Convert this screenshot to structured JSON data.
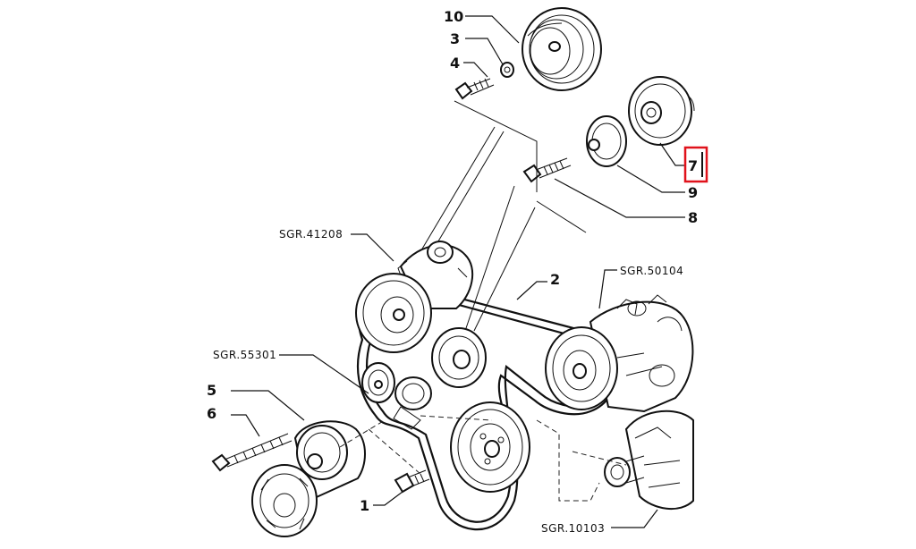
{
  "callouts": {
    "c1": "1",
    "c2": "2",
    "c3": "3",
    "c4": "4",
    "c5": "5",
    "c6": "6",
    "c7": "7",
    "c8": "8",
    "c9": "9",
    "c10": "10"
  },
  "references": {
    "sgr41208": "SGR.41208",
    "sgr50104": "SGR.50104",
    "sgr55301": "SGR.55301",
    "sgr10103": "SGR.10103"
  },
  "highlight": {
    "target": "7",
    "color": "#e0121b"
  },
  "colors": {
    "ink": "#111111",
    "background": "#ffffff"
  }
}
